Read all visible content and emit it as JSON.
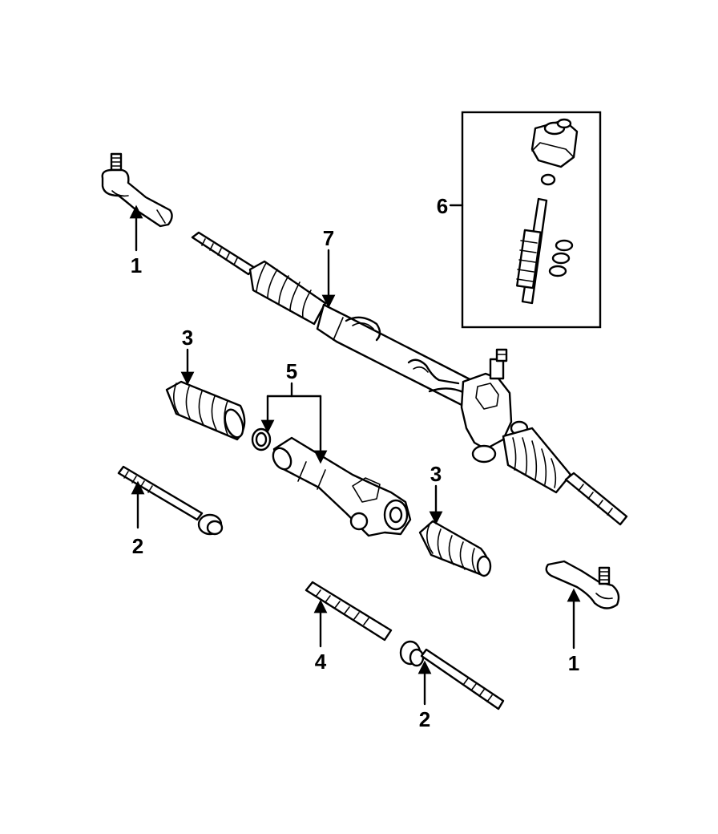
{
  "callouts": {
    "c1_left": "1",
    "c1_right": "1",
    "c2_left": "2",
    "c2_bottom": "2",
    "c3_left": "3",
    "c3_right": "3",
    "c4": "4",
    "c5": "5",
    "c6": "6",
    "c7": "7"
  },
  "colors": {
    "ink": "#000000",
    "paper": "#ffffff"
  }
}
